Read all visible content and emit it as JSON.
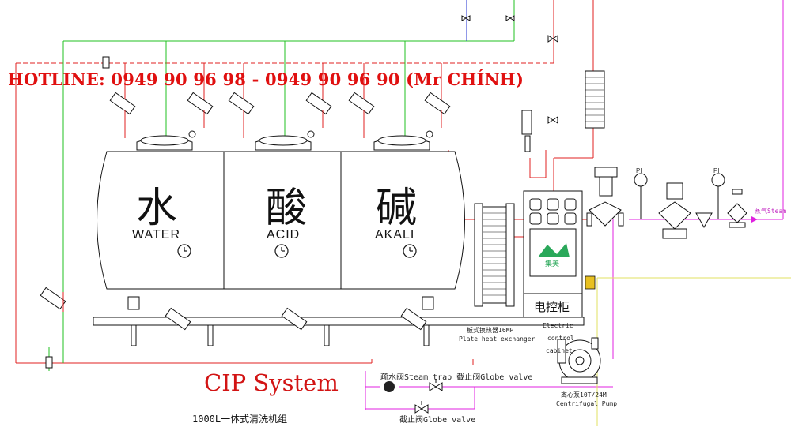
{
  "hotline": "HOTLINE: 0949 90 96 98 - 0949 90 96 90 (Mr CHÍNH)",
  "tanks": [
    {
      "cn": "水",
      "en": "WATER"
    },
    {
      "cn": "酸",
      "en": "ACID"
    },
    {
      "cn": "碱",
      "en": "AKALI"
    }
  ],
  "title": "CIP System",
  "subtitle": "1000L一体式清洗机组",
  "plate_exchanger": {
    "cn": "板式换热器16MP",
    "en": "Plate heat exchanger"
  },
  "control_cabinet": {
    "cn": "电控柜",
    "en_line1": "Electric",
    "en_line2": "control",
    "en_line3": "cabinet"
  },
  "pump": {
    "cn": "离心泵10T/24M",
    "en": "Centrifugal Pump"
  },
  "steam_trap_label": "疏水阀Steam trap 截止阀Globe valve",
  "globe_valve_label": "截止阀Globe valve",
  "steam_label": "蒸气Steam",
  "pi_labels": [
    "PI",
    "PI"
  ],
  "logo_text": "集美",
  "colors": {
    "red_pipe": "#e02020",
    "green_pipe": "#20c020",
    "magenta_pipe": "#e020e0",
    "blue_pipe": "#2030d0",
    "yellow_pipe": "#e0e060"
  }
}
